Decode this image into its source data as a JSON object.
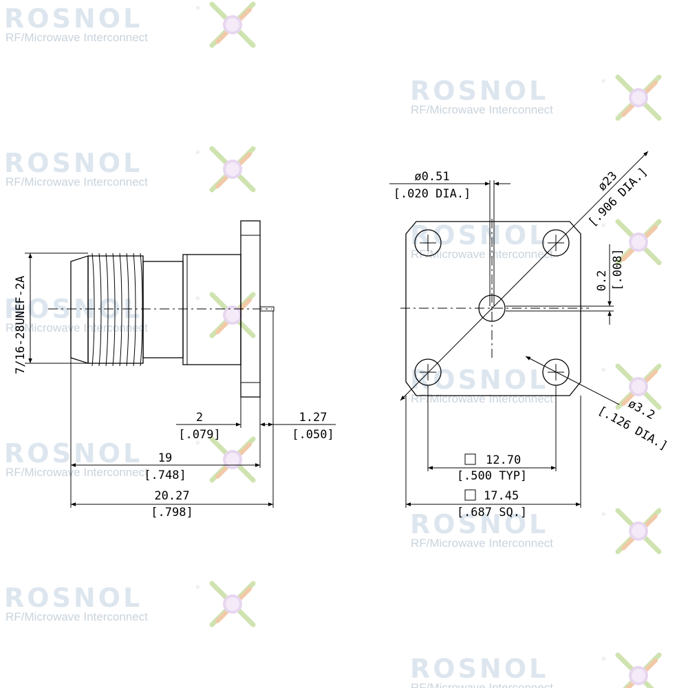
{
  "watermark": {
    "brand": "ROSNOL",
    "tagline": "RF/Microwave Interconnect",
    "registered": "®"
  },
  "side_view": {
    "thread_spec": "7/16-28UNEF-2A",
    "dim_flange_thk": "2",
    "dim_flange_thk_in": "[.079]",
    "dim_pin": "1.27",
    "dim_pin_in": "[.050]",
    "dim_to_flange": "19",
    "dim_to_flange_in": "[.748]",
    "dim_overall": "20.27",
    "dim_overall_in": "[.798]"
  },
  "front_view": {
    "pin_dia": "ø0.51",
    "pin_dia_in": "[.020 DIA.]",
    "diag_dia": "ø23",
    "diag_dia_in": "[.906 DIA.]",
    "offset": "0.2",
    "offset_in": "[.008]",
    "hole_dia": "ø3.2",
    "hole_dia_in": "[.126 DIA.]",
    "hole_spacing": "12.70",
    "hole_spacing_in": "[.500 TYP]",
    "flange_size": "17.45",
    "flange_size_in": "[.687 SQ.]"
  }
}
